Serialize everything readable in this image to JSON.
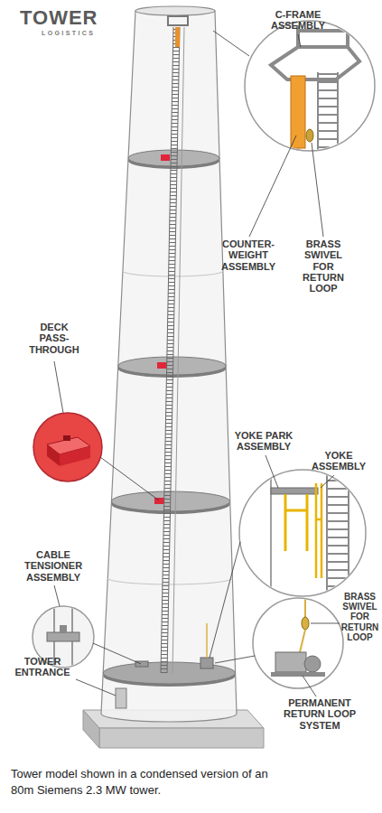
{
  "diagram": {
    "caption": "Tower model shown in a condensed version of an 80m Siemens 2.3 MW tower.",
    "labels": [
      "TOWER",
      "LOGISTICS",
      "C-FRAME ASSEMBLY",
      "COUNTER-WEIGHT ASSEMBLY",
      "BRASS SWIVEL FOR RETURN LOOP",
      "DECK PASS-THROUGH",
      "CABLE TENSIONER ASSEMBLY",
      "TOWER ENTRANCE",
      "YOKE PARK ASSEMBLY",
      "YOKE ASSEMBLY",
      "BRASS SWIVEL FOR RETURN LOOP",
      "PERMANENT RETURN LOOP SYSTEM"
    ]
  }
}
